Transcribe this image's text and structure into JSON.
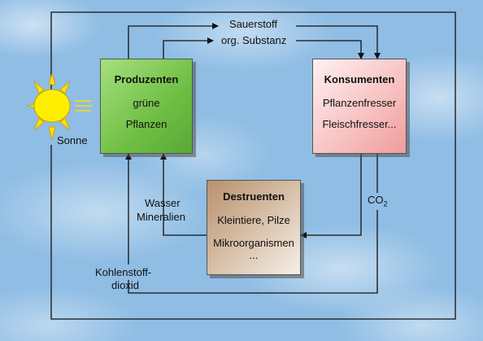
{
  "producers": {
    "title": "Produzenten",
    "line1": "grüne",
    "line2": "Pflanzen"
  },
  "consumers": {
    "title": "Konsumenten",
    "line1": "Pflanzenfresser",
    "line2": "Fleischfresser..."
  },
  "decomposers": {
    "title": "Destruenten",
    "line1": "Kleintiere, Pilze",
    "line2": "Mikroorganismen",
    "line3": "..."
  },
  "labels": {
    "oxygen": "Sauerstoff",
    "organic": "org. Substanz",
    "sun": "Sonne",
    "water": "Wasser",
    "minerals": "Mineralien",
    "co2_base": "CO",
    "co2_sub": "2",
    "carbon1": "Kohlenstoff-",
    "carbon2": "dioxid"
  },
  "colors": {
    "background": "#8fbde4",
    "producers": "#6fbf44",
    "consumers": "#f8c4c4",
    "decomposers": "#b8916e",
    "sun": "#ffee00",
    "line": "#111111"
  }
}
